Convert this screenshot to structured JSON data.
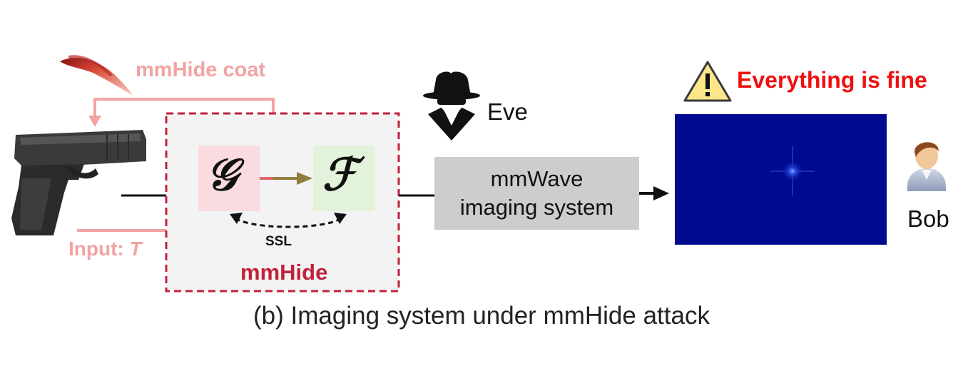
{
  "labels": {
    "coat": "mmHide coat",
    "eve": "Eve",
    "warning": "Everything is fine",
    "input_prefix": "Input: ",
    "input_var": "T",
    "ssl": "SSL",
    "mmhide": "mmHide",
    "imaging_line1": "mmWave",
    "imaging_line2": "imaging system",
    "bob": "Bob",
    "caption": "(b) Imaging system under mmHide attack",
    "g": "𝒢",
    "f": "ℱ"
  },
  "colors": {
    "pink_label": "#f2a3a3",
    "mmhide_red": "#c0223a",
    "warning_red": "#ee1111",
    "g_box": "#fadbe0",
    "f_box": "#e3f2da",
    "imaging_box": "#cdcdcd",
    "heatmap_bg": "#000a8f"
  },
  "icons": [
    "gun-icon",
    "coat-stripe-icon",
    "spy-icon",
    "warning-triangle-icon",
    "person-icon"
  ]
}
